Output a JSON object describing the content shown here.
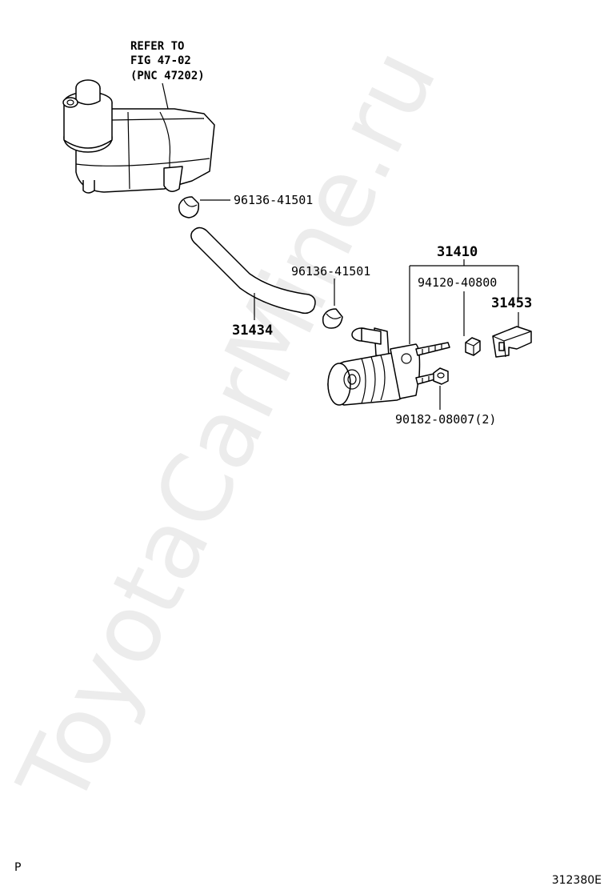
{
  "watermark": "ToyotaCarMine.ru",
  "reference": {
    "line1": "REFER TO",
    "line2": "FIG 47-02",
    "line3": "(PNC 47202)"
  },
  "parts": {
    "clip_upper": "96136-41501",
    "clip_lower": "96136-41501",
    "hose": "31434",
    "master_cylinder_assy": "31410",
    "nut": "94120-40800",
    "bracket": "31453",
    "nut_flange": "90182-08007(2)"
  },
  "footer": {
    "left_code": "P",
    "diagram_id": "312380E"
  }
}
